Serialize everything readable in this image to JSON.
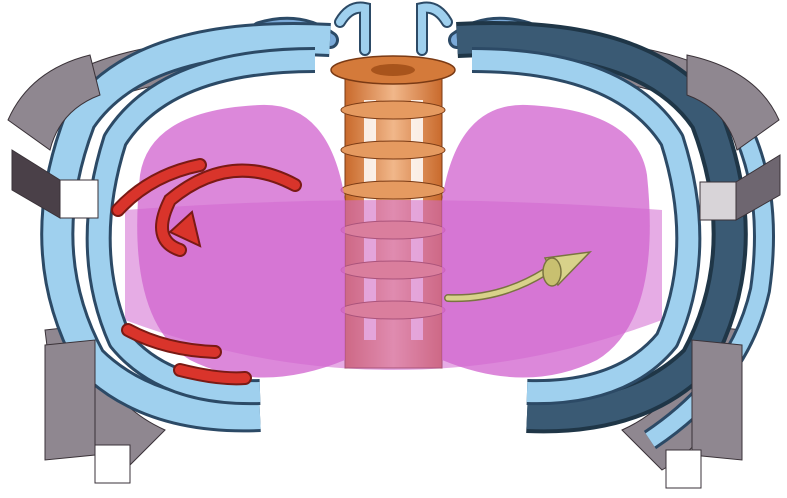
{
  "figure": {
    "subject": "tokamak",
    "components": [
      {
        "id": "toroidal-field-coils",
        "color": "#9fd0ee",
        "dark": "#1f3647",
        "edge": "#2c4a66"
      },
      {
        "id": "poloidal-field-coils",
        "color": "#8f8790",
        "light": "#ffffff"
      },
      {
        "id": "central-solenoid",
        "color": "#e9a06c",
        "dark": "#b85a22"
      },
      {
        "id": "plasma",
        "color": "#d267cf"
      },
      {
        "id": "poloidal-field-arrow",
        "color": "#d9342b"
      },
      {
        "id": "toroidal-field-arrow",
        "color": "#d8d28a"
      }
    ]
  }
}
